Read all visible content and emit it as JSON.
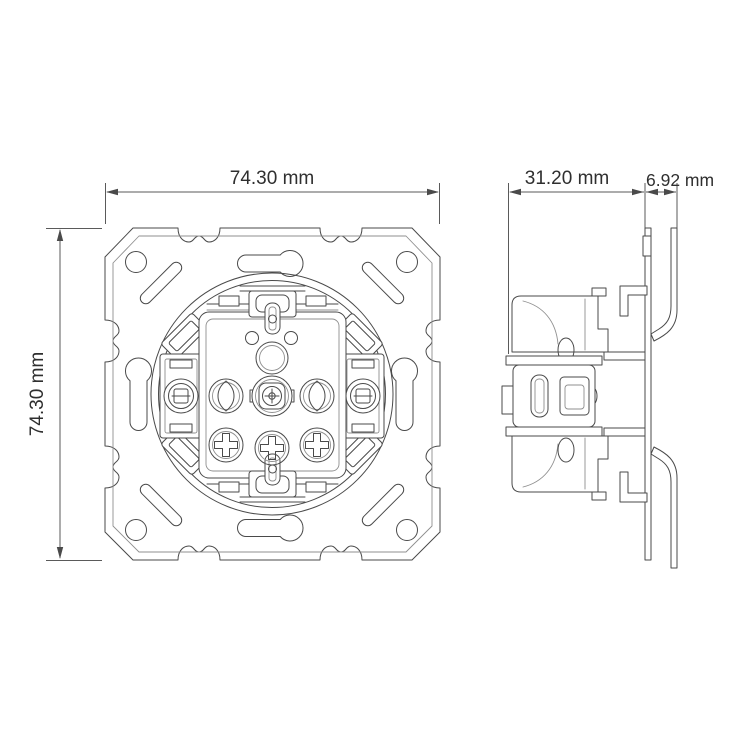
{
  "page": {
    "background": "#ffffff",
    "line_color": "#4a4a4a",
    "text_color": "#2f2f2f"
  },
  "drawing": {
    "type": "technical-drawing",
    "views": {
      "front": "front-view",
      "side": "side-view"
    },
    "dimensions": {
      "front_width": "74.30 mm",
      "front_height": "74.30 mm",
      "side_depth": "31.20 mm",
      "side_flange": "6.92 mm"
    }
  }
}
